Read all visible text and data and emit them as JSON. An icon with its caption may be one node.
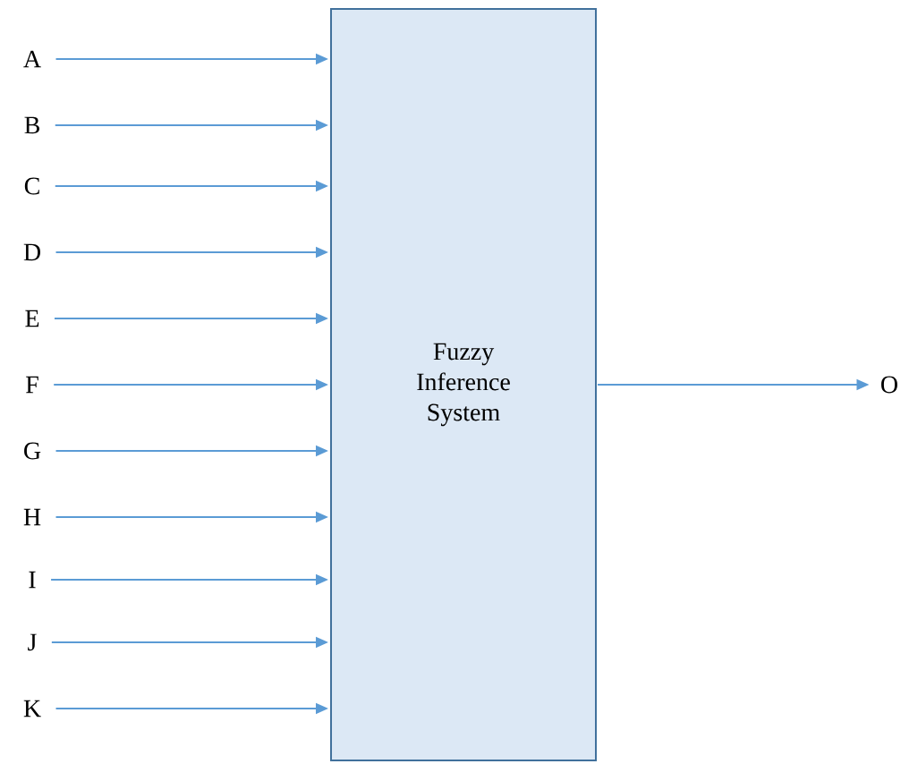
{
  "diagram": {
    "nodes": [
      {
        "text": [
          "Fuzzy Inference System"
        ]
      },
      {
        "text": [
          "A"
        ]
      },
      {
        "text": [
          "B"
        ]
      },
      {
        "text": [
          "C"
        ]
      },
      {
        "text": [
          "D"
        ]
      },
      {
        "text": [
          "E"
        ]
      },
      {
        "text": [
          "F"
        ]
      },
      {
        "text": [
          "G"
        ]
      },
      {
        "text": [
          "H"
        ]
      },
      {
        "text": [
          "I"
        ]
      },
      {
        "text": [
          "J"
        ]
      },
      {
        "text": [
          "K"
        ]
      },
      {
        "text": [
          "O"
        ]
      }
    ],
    "edges": [
      {
        "from": 1,
        "to": 0,
        "arrow": "to"
      },
      {
        "from": 2,
        "to": 0,
        "arrow": "to"
      },
      {
        "from": 3,
        "to": 0,
        "arrow": "to"
      },
      {
        "from": 4,
        "to": 0,
        "arrow": "to"
      },
      {
        "from": 5,
        "to": 0,
        "arrow": "to"
      },
      {
        "from": 6,
        "to": 0,
        "arrow": "to"
      },
      {
        "from": 7,
        "to": 0,
        "arrow": "to"
      },
      {
        "from": 8,
        "to": 0,
        "arrow": "to"
      },
      {
        "from": 9,
        "to": 0,
        "arrow": "to"
      },
      {
        "from": 10,
        "to": 0,
        "arrow": "to"
      },
      {
        "from": 11,
        "to": 0,
        "arrow": "to"
      },
      {
        "from": 0,
        "to": 12,
        "arrow": "to"
      }
    ]
  }
}
